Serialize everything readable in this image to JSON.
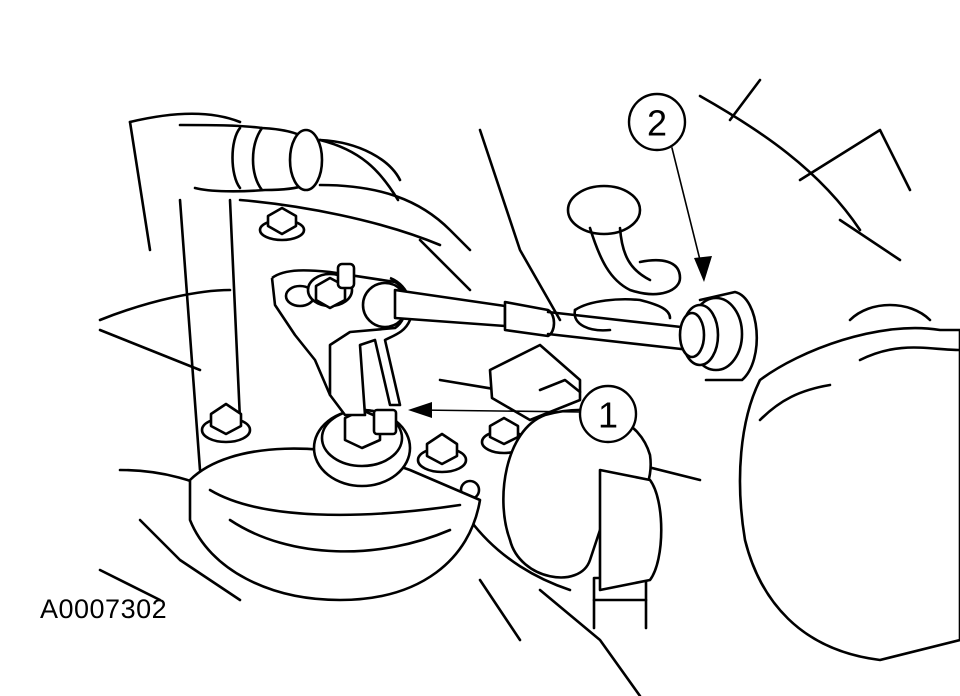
{
  "figure_id": "A0007302",
  "callouts": [
    {
      "label": "1",
      "target": "shift-lever-nut"
    },
    {
      "label": "2",
      "target": "cable-bracket-bushing"
    }
  ],
  "colors": {
    "line": "#000000",
    "background": "#ffffff"
  }
}
